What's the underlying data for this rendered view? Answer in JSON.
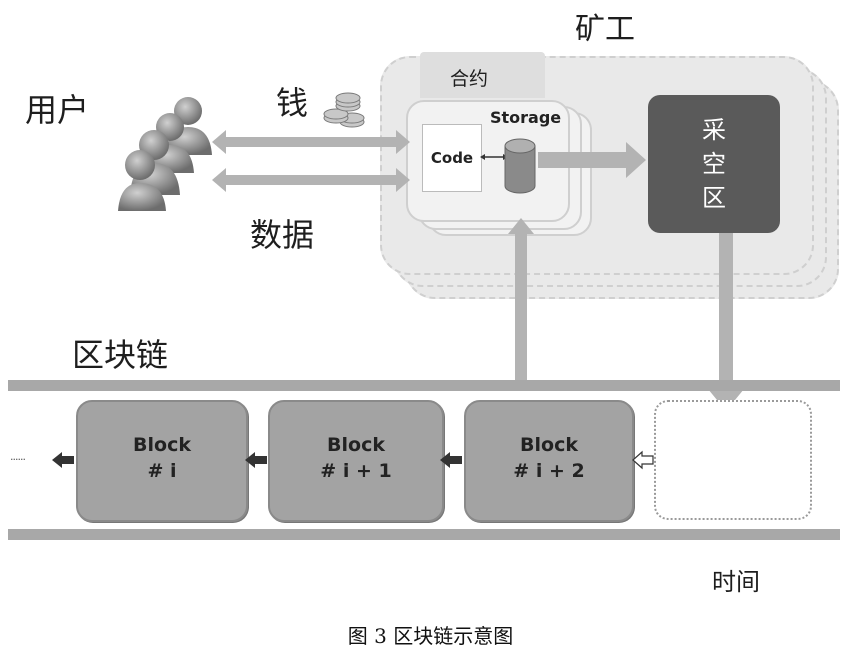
{
  "labels": {
    "miner": "矿工",
    "user": "用户",
    "money": "钱",
    "data": "数据",
    "contract": "合约",
    "storage": "Storage",
    "code": "Code",
    "mining_area_lines": [
      "采",
      "空",
      "区"
    ],
    "blockchain": "区块链",
    "time": "时间",
    "ellipsis": "......"
  },
  "blocks": [
    {
      "title": "Block",
      "number": "# i"
    },
    {
      "title": "Block",
      "number": "# i + 1"
    },
    {
      "title": "Block",
      "number": "# i + 2"
    }
  ],
  "caption": "图 3 区块链示意图",
  "icons": {
    "users": "users-icon",
    "coins": "coins-icon",
    "database": "database-icon"
  },
  "colors": {
    "block_fill": "#a3a3a3",
    "mining_area": "#5a5a5a",
    "arrow": "#b3b3b3",
    "rail": "#a8a8a8"
  }
}
